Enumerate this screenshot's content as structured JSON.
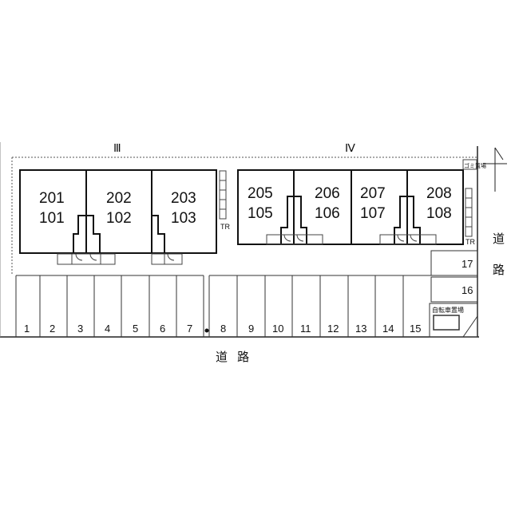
{
  "buildings": [
    {
      "label": "Ⅲ",
      "units": [
        {
          "upper": "201",
          "lower": "101"
        },
        {
          "upper": "202",
          "lower": "102"
        },
        {
          "upper": "203",
          "lower": "103"
        }
      ],
      "tr_label": "TR"
    },
    {
      "label": "Ⅳ",
      "units": [
        {
          "upper": "205",
          "lower": "105"
        },
        {
          "upper": "206",
          "lower": "106"
        },
        {
          "upper": "207",
          "lower": "107"
        },
        {
          "upper": "208",
          "lower": "108"
        }
      ],
      "tr_label": "TR"
    }
  ],
  "parking": {
    "bottom_row": [
      "1",
      "2",
      "3",
      "4",
      "5",
      "6",
      "7",
      "8",
      "9",
      "10",
      "11",
      "12",
      "13",
      "14",
      "15"
    ],
    "side_spaces": [
      "17",
      "16"
    ]
  },
  "facilities": {
    "garbage": "ゴミ置場",
    "bicycle": "自転車置場"
  },
  "roads": {
    "bottom": "道 路",
    "right_top": "道",
    "right_bottom": "路"
  }
}
